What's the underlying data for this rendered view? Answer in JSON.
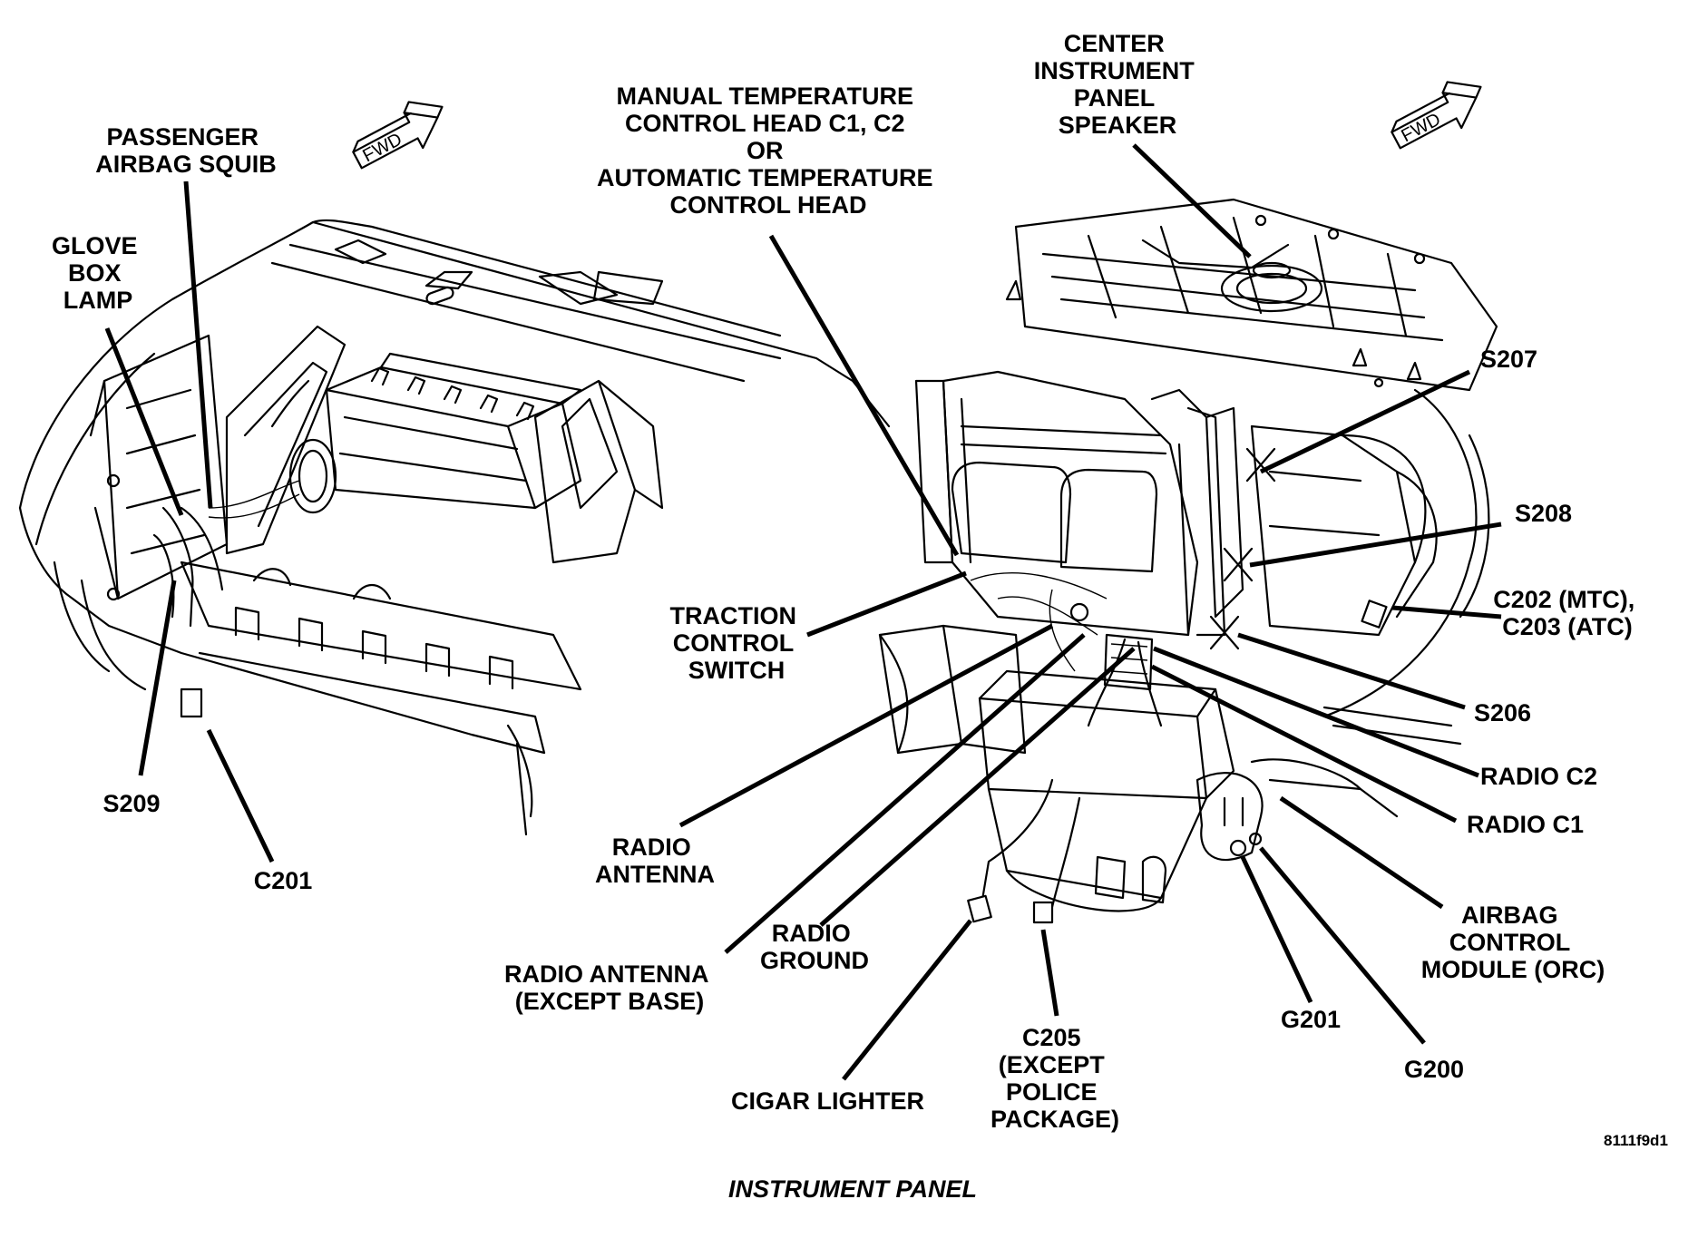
{
  "figure": {
    "title": "INSTRUMENT PANEL",
    "figure_id": "8111f9d1",
    "fwd_label": "FWD"
  },
  "left_view": {
    "labels": {
      "passenger_airbag_squib": [
        "PASSENGER",
        "AIRBAG SQUIB"
      ],
      "glove_box_lamp": [
        "GLOVE",
        "BOX",
        "LAMP"
      ],
      "s209": [
        "S209"
      ],
      "c201": [
        "C201"
      ]
    }
  },
  "right_view": {
    "labels": {
      "manual_temp_control": [
        "MANUAL TEMPERATURE",
        "CONTROL HEAD C1, C2",
        "OR",
        "AUTOMATIC TEMPERATURE",
        "CONTROL HEAD"
      ],
      "center_speaker": [
        "CENTER",
        "INSTRUMENT",
        "PANEL",
        "SPEAKER"
      ],
      "s207": [
        "S207"
      ],
      "s208": [
        "S208"
      ],
      "c202_c203": [
        "C202 (MTC),",
        "C203 (ATC)"
      ],
      "s206": [
        "S206"
      ],
      "radio_c2": [
        "RADIO C2"
      ],
      "radio_c1": [
        "RADIO C1"
      ],
      "airbag_control_module": [
        "AIRBAG",
        "CONTROL",
        "MODULE (ORC)"
      ],
      "g200": [
        "G200"
      ],
      "g201": [
        "G201"
      ],
      "c205": [
        "C205",
        "(EXCEPT",
        "POLICE",
        "PACKAGE)"
      ],
      "cigar_lighter": [
        "CIGAR LIGHTER"
      ],
      "radio_ground": [
        "RADIO",
        "GROUND"
      ],
      "radio_antenna_except_base": [
        "RADIO ANTENNA",
        "(EXCEPT BASE)"
      ],
      "radio_antenna": [
        "RADIO",
        "ANTENNA"
      ],
      "traction_control_switch": [
        "TRACTION",
        "CONTROL",
        "SWITCH"
      ]
    }
  }
}
